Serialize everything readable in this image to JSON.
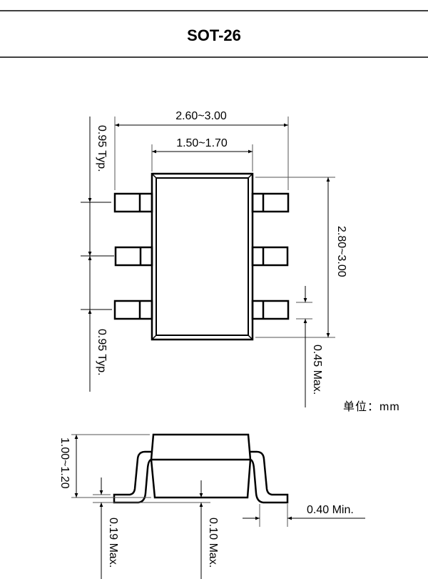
{
  "title": "SOT-26",
  "unit_label": "单位：mm",
  "top_view": {
    "overall_width": "2.60~3.00",
    "body_width": "1.50~1.70",
    "body_length": "2.80~3.00",
    "pitch_top": "0.95 Typ.",
    "pitch_bottom": "0.95 Typ.",
    "lead_width": "0.45 Max."
  },
  "side_view": {
    "height": "1.00~1.20",
    "lead_thickness": "0.19 Max.",
    "standoff": "0.10 Max.",
    "foot_length": "0.40 Min."
  }
}
